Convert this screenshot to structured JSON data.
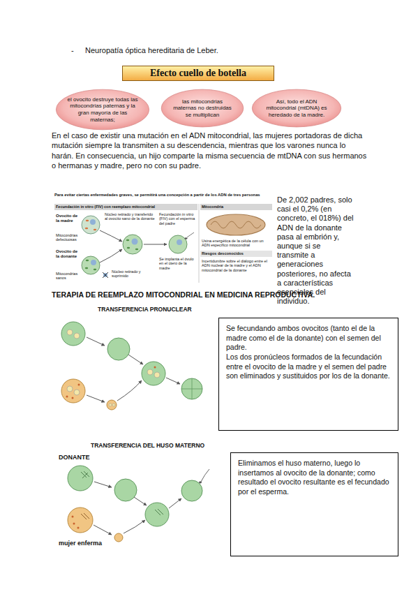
{
  "diagram": {
    "nodes": [
      {
        "text": [
          "Efecto cuello de botella"
        ]
      },
      {
        "text": [
          "el ovocito destruye todas las mitocondrias paternas y la gran mayoría de las maternas;"
        ]
      },
      {
        "text": [
          "las mitocondrias maternas no destruidas se multiplican"
        ]
      },
      {
        "text": [
          "Así, todo el ADN mitocondrial (mtDNA) es heredado de la madre."
        ]
      },
      {
        "text": [
          "Se fecundando ambos ovocitos (tanto el de la madre como el de la donante) con el semen del padre.",
          "Los dos pronúcleos formados de la fecundación entre el ovocito de la madre y el semen del padre son eliminados y sustituidos por los de la donante."
        ]
      },
      {
        "text": [
          "Eliminamos el huso materno, luego lo insertamos al ovocito de la donante; como resultado el ovocito resultante es el fecundado por el esperma."
        ]
      }
    ],
    "labels": [
      "-",
      "Neuropatía óptica hereditaria de Leber.",
      "En el caso de existir una mutación en el ADN mitocondrial, las mujeres portadoras de dicha mutación siempre la transmiten a su descendencia, mientras que los varones nunca lo harán. En consecuencia, un hijo comparte la misma secuencia de mtDNA con sus hermanos o hermanas y madre, pero no con su padre.",
      "Para evitar ciertas enfermedades graves, se permitirá una concepción a partir de los ADN de tres personas",
      "Fecundación in vitro (FIV) con reemplazo mitocondrial",
      "Mitocondria",
      "Ovocito de la madre",
      "Mitocondrias defectuosas",
      "Núcleo retirado y transferido al ovocito sano de la donante",
      "Fecundación in vitro (FIV) con el esperma del padre",
      "Ovocito de la donante",
      "Mitocondrias sanos",
      "Núcleo retirado y suprimido",
      "Se implanta el óvulo en el útero de la madre",
      "Usina energética de la célula con un ADN específico mitocondrial",
      "Riesgos desconocidos",
      "Incertidumbre sobre el diálogo entre el ADN nuclear de la madre y el ADN mitocondrial de la donante",
      "De 2,002 padres, solo casi el 0,2% (en concreto, el 018%) del ADN de la donante pasa al embrión y, aunque si se transmite a generaciones posteriores, no afecta a características esenciales del individuo.",
      "TERAPIA DE REEMPLAZO MITOCONDRIAL EN MEDICINA REPRODUCTIVA.",
      "TRANSFERENCIA PRONUCLEAR",
      "TRANSFERENCIA DEL HUSO MATERNO",
      "DONANTE",
      "mujer enferma"
    ]
  }
}
